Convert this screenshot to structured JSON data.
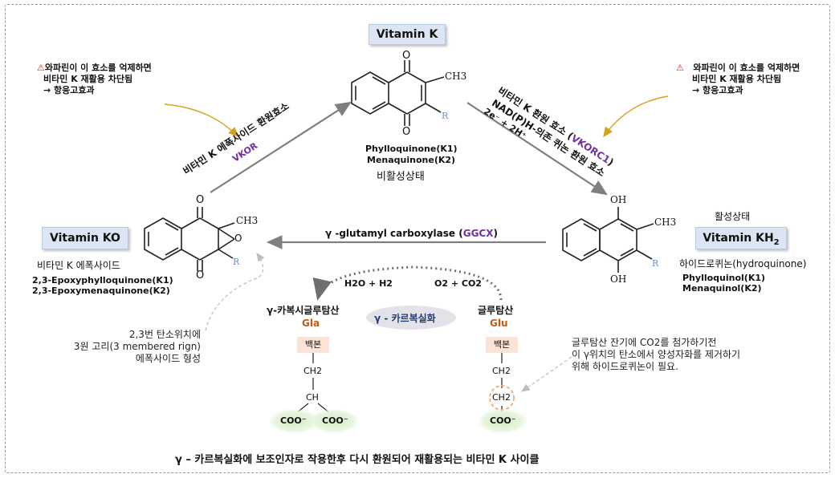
{
  "vitamin_k": {
    "label": "Vitamin K",
    "methyl": "CH3",
    "r": "R",
    "o": "O",
    "names": [
      "Phylloquinone(K1)",
      "Menaquinone(K2)"
    ],
    "state": "비활성상태"
  },
  "vitamin_ko": {
    "label": "Vitamin KO",
    "korean": "비타민 K 에폭사이드",
    "methyl": "CH3",
    "r": "R",
    "o": "O",
    "names": [
      "2,3-Epoxyphylloquinone(K1)",
      "2,3-Epoxymenaquinone(K2)"
    ]
  },
  "vitamin_kh2": {
    "label": "Vitamin KH",
    "label_sub": "2",
    "state": "활성상태",
    "korean": "하이드로퀴논(hydroquinone)",
    "methyl": "CH3",
    "r": "R",
    "oh": "OH",
    "names": [
      "Phylloquinol(K1)",
      "Menaquinol(K2)"
    ]
  },
  "vkor_arrow": {
    "enzyme": "비타민 K 에폭사이드 환원효소",
    "abbr": "VKOR"
  },
  "vkorc1_arrow": {
    "enzyme_prefix": "비타민 K 환원 효소 (",
    "abbr": "VKORC1",
    "enzyme_suffix": ")",
    "cofactor": "NAD(P)H-의존 퀴논 환원 효소",
    "electrons": "2e⁻ + 2H⁺"
  },
  "warning_left": [
    "와파린이 이 효소를 억제하면",
    "비타민 K 재활용 차단됨",
    "→ 항응고효과"
  ],
  "warning_right": [
    "와파린이 이 효소를 억제하면",
    "비타민 K 재활용 차단됨",
    "→ 항응고효과"
  ],
  "ggcx": {
    "prefix": "γ -glutamyl carboxylase (",
    "abbr": "GGCX",
    "suffix": ")"
  },
  "carboxylation": {
    "center_label": "γ - 카르복실화",
    "left_product": "H2O + H2",
    "right_reactant": "O2 + CO2",
    "gla_title": "γ-카복시글루탐산",
    "gla_abbr": "Gla",
    "glu_title": "글루탐산",
    "glu_abbr": "Glu",
    "backbone": "백본",
    "ch2": "CH2",
    "ch": "CH",
    "coo": "COO⁻"
  },
  "epoxide_note": [
    "2,3번 탄소위치에",
    "3원 고리(3 membered rign)",
    "에폭사이드 형성"
  ],
  "glu_note": [
    "글루탐산 잔기에 CO2를 첨가하기전",
    "이 γ위치의 탄소에서 양성자화를 제거하기",
    "위해 하이드로퀴논이 필요."
  ],
  "caption": "γ – 카르복실화에 보조인자로 작용한후 다시 환원되어 재활용되는 비타민 K 사이클",
  "colors": {
    "box_fill": "#dbe5f3",
    "purple": "#7030a0",
    "orange": "#c55a11",
    "warning": "#e02020",
    "arrow_gold": "#d6a21e"
  }
}
